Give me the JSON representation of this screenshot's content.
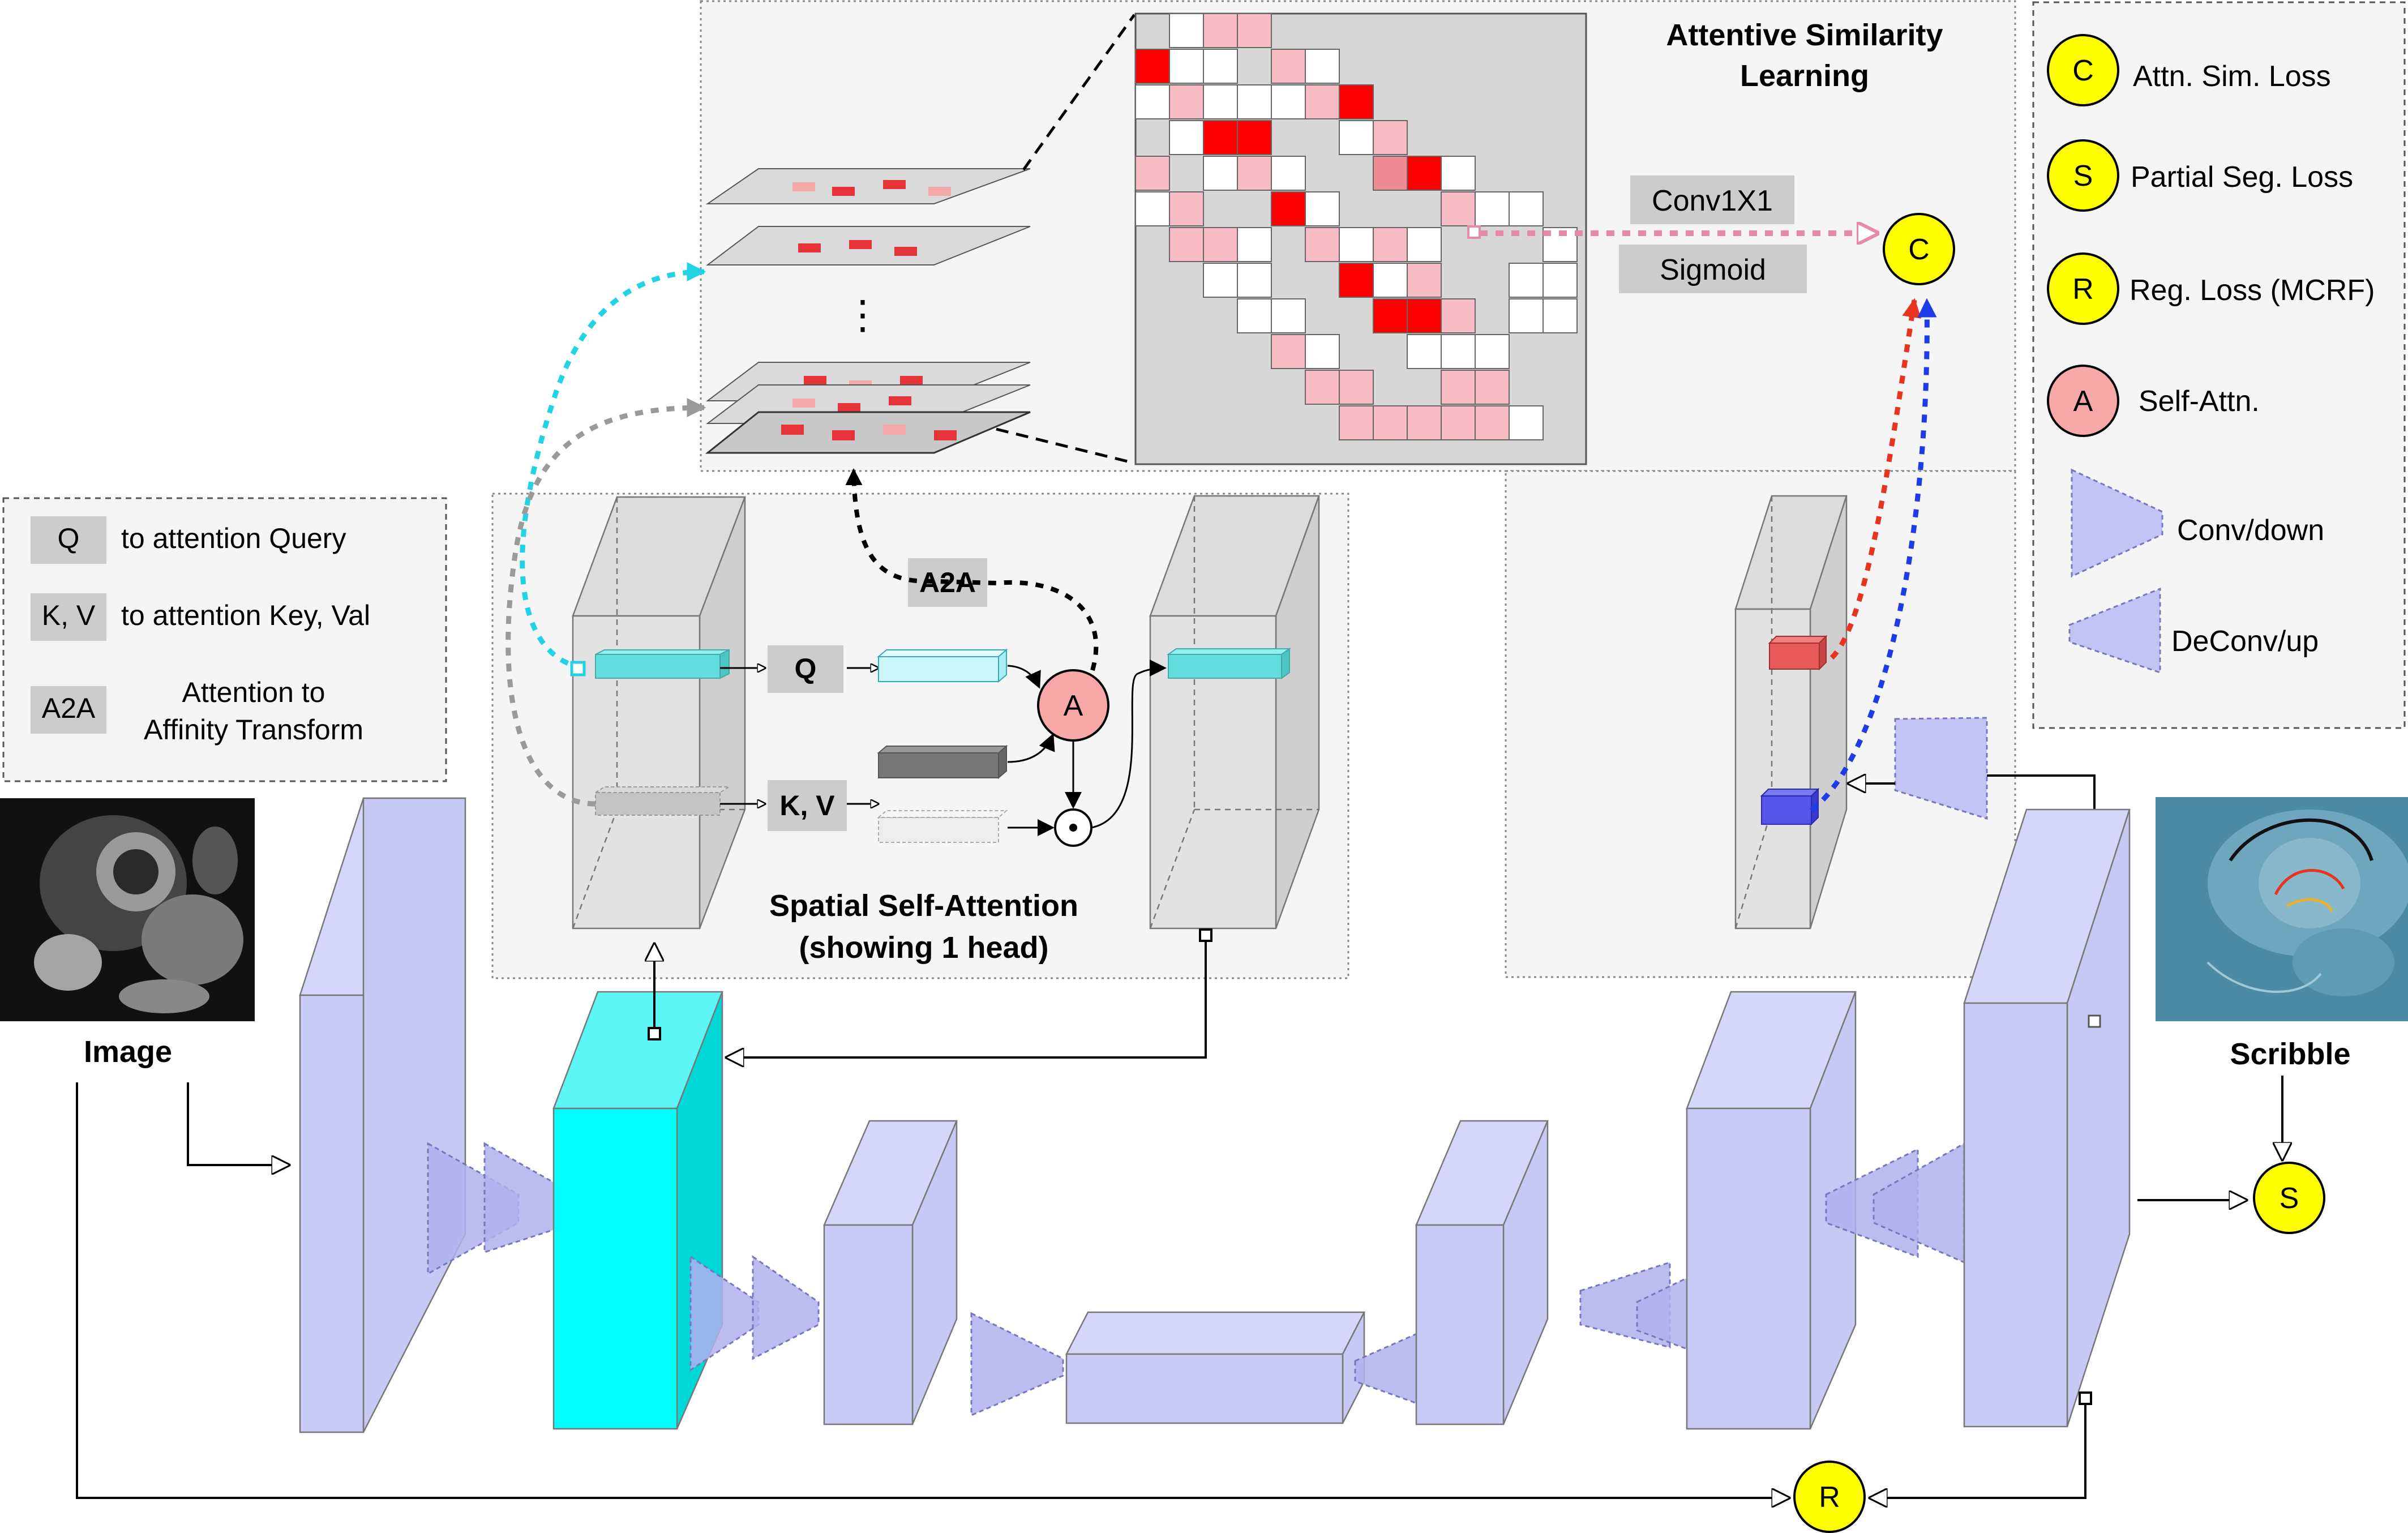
{
  "legend_left": {
    "q_key": "Q",
    "q_desc": "to attention Query",
    "kv_key": "K, V",
    "kv_desc": "to attention Key, Val",
    "a2a_key": "A2A",
    "a2a_desc_line1": "Attention to",
    "a2a_desc_line2": "Affinity Transform"
  },
  "legend_right": {
    "c_symbol": "C",
    "c_label": "Attn. Sim. Loss",
    "s_symbol": "S",
    "s_label": "Partial Seg. Loss",
    "r_symbol": "R",
    "r_label": "Reg. Loss (MCRF)",
    "a_symbol": "A",
    "a_label": "Self-Attn.",
    "conv_label": "Conv/down",
    "deconv_label": "DeConv/up"
  },
  "labels": {
    "image": "Image",
    "scribble": "Scribble",
    "spatial_title_line1": "Spatial Self-Attention",
    "spatial_title_line2": "(showing 1 head)",
    "asl_title_line1": "Attentive Similarity",
    "asl_title_line2": "Learning",
    "conv1x1": "Conv1X1",
    "sigmoid": "Sigmoid",
    "q_box": "Q",
    "kv_box": "K, V",
    "a2a_box": "A2A",
    "attn_node": "A",
    "c_node": "C",
    "s_node": "S",
    "r_node": "R",
    "ellipsis": "⋮",
    "product": "⊙"
  },
  "colors": {
    "encoder_block": "#c8c8f5",
    "highlight_block": "#00ffff",
    "loss_circle": "#ffff00",
    "attn_circle": "#f8a8a8",
    "grey_box": "#cccccc",
    "cyan_arrow": "#22d3e6",
    "red_arrow": "#e8331e",
    "blue_arrow": "#1e3be8",
    "pink_arrow": "#e68aa8"
  }
}
